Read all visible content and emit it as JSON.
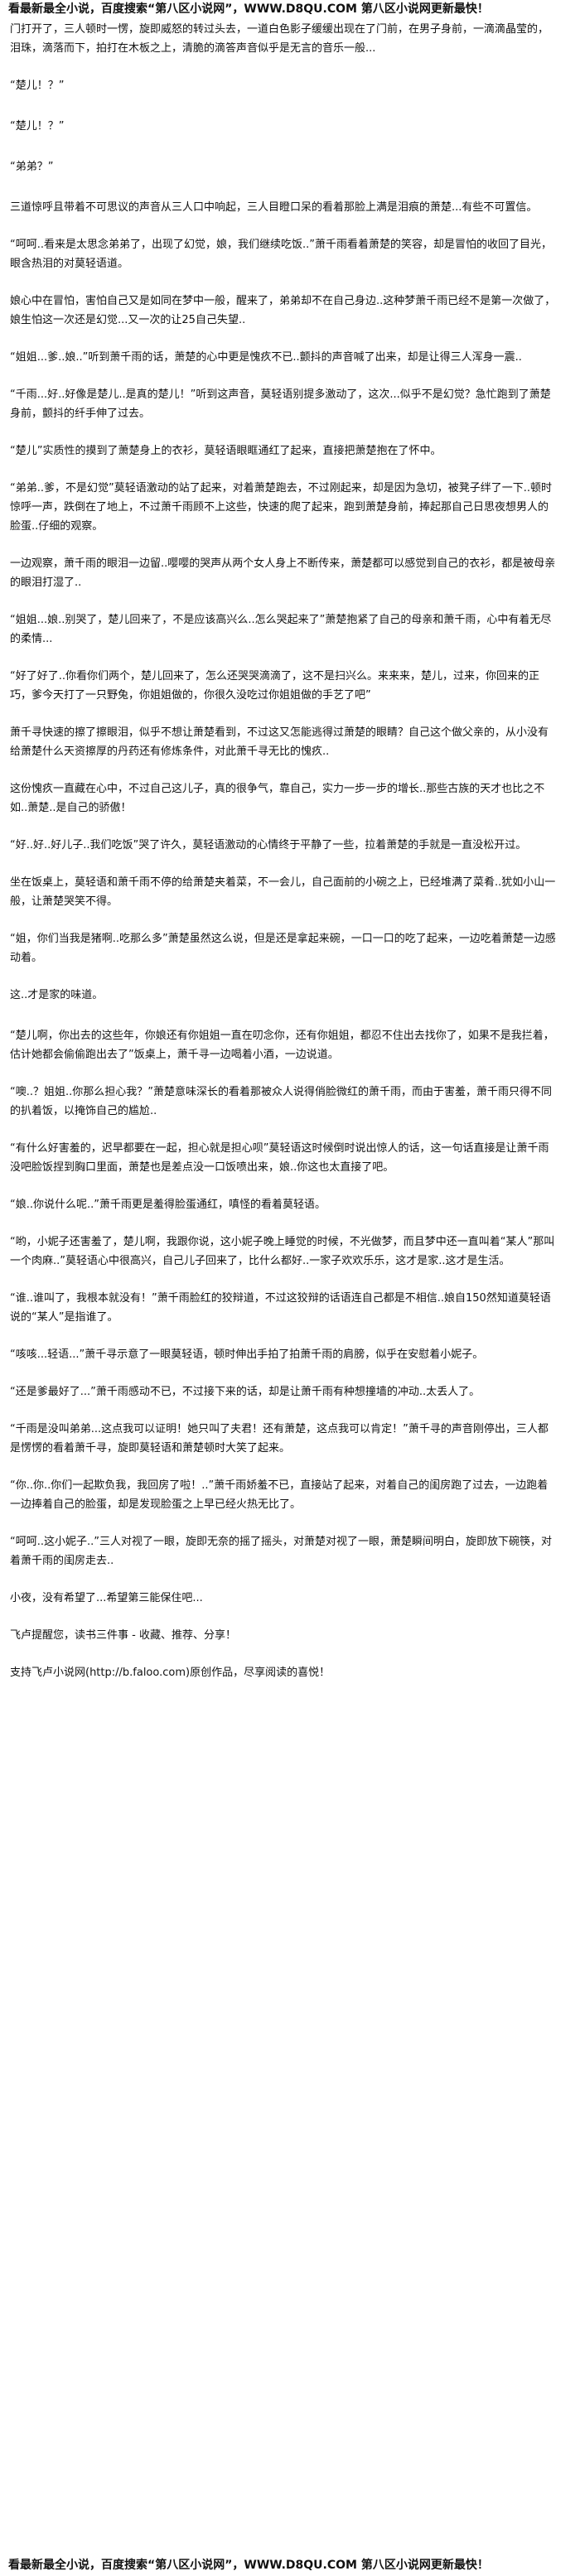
{
  "header": {
    "banner": "看最新最全小说，百度搜索“第八区小说网”，WWW.D8QU.COM 第八区小说网更新最快！"
  },
  "paragraphs": [
    "门打开了，三人顿时一愣，旋即威怒的转过头去，一道白色影子缓缓出现在了门前，在男子身前，一滴滴晶莹的，泪珠，滴落而下，拍打在木板之上，清脆的滴答声音似乎是无言的音乐一般...",
    "“楚儿！？”",
    "“楚儿！？”",
    "“弟弟？”",
    "三道惊呼且带着不可思议的声音从三人口中响起，三人目瞪口呆的看着那脸上满是泪痕的萧楚...有些不可置信。",
    "“呵呵..看来是太思念弟弟了，出现了幻觉，娘，我们继续吃饭..”萧千雨看着萧楚的笑容，却是冒怕的收回了目光，眼含热泪的对莫轻语道。",
    "娘心中在冒怕，害怕自己又是如同在梦中一般，醒来了，弟弟却不在自己身边..这种梦萧千雨已经不是第一次做了，娘生怕这一次还是幻觉...又一次的让25自己失望..",
    "“姐姐...爹..娘..”听到萧千雨的话，萧楚的心中更是愧疚不已..颤抖的声音喊了出来，却是让得三人浑身一震..",
    "“千雨...好..好像是楚儿..是真的楚儿！”听到这声音，莫轻语别提多激动了，这次...似乎不是幻觉？急忙跑到了萧楚身前，颤抖的纤手伸了过去。",
    "“楚儿”实质性的摸到了萧楚身上的衣衫，莫轻语眼眶通红了起来，直接把萧楚抱在了怀中。",
    "“弟弟..爹，不是幻觉”莫轻语激动的站了起来，对着萧楚跑去，不过刚起来，却是因为急切，被凳子绊了一下..顿时惊呼一声，跌倒在了地上，不过萧千雨顾不上这些，快速的爬了起来，跑到萧楚身前，捧起那自己日思夜想男人的脸蛋..仔细的观察。",
    "一边观察，萧千雨的眼泪一边留..嘤嘤的哭声从两个女人身上不断传来，萧楚都可以感觉到自己的衣衫，都是被母亲的眼泪打湿了..",
    "“姐姐...娘..别哭了，楚儿回来了，不是应该高兴么..怎么哭起来了”萧楚抱紧了自己的母亲和萧千雨，心中有着无尽的柔情...",
    "“好了好了..你看你们两个，楚儿回来了，怎么还哭哭滴滴了，这不是扫兴么。来来来，楚儿，过来，你回来的正巧，爹今天打了一只野兔，你姐姐做的，你很久没吃过你姐姐做的手艺了吧”",
    "萧千寻快速的擦了擦眼泪，似乎不想让萧楚看到，不过这又怎能逃得过萧楚的眼睛？自己这个做父亲的，从小没有给萧楚什么天资擦厚的丹药还有修炼条件，对此萧千寻无比的愧疚..",
    "这份愧疚一直藏在心中，不过自己这儿子，真的很争气，靠自己，实力一步一步的增长..那些古族的天才也比之不如..萧楚..是自己的骄傲！",
    "“好..好..好儿子..我们吃饭”哭了许久，莫轻语激动的心情终于平静了一些，拉着萧楚的手就是一直没松开过。",
    "坐在饭桌上，莫轻语和萧千雨不停的给萧楚夹着菜，不一会儿，自己面前的小碗之上，已经堆满了菜肴..犹如小山一般，让萧楚哭笑不得。",
    "“姐，你们当我是猪啊..吃那么多”萧楚虽然这么说，但是还是拿起来碗，一口一口的吃了起来，一边吃着萧楚一边感动着。",
    "这..才是家的味道。",
    "“楚儿啊，你出去的这些年，你娘还有你姐姐一直在叨念你，还有你姐姐，都忍不住出去找你了，如果不是我拦着，估计她都会偷偷跑出去了”饭桌上，萧千寻一边喝着小酒，一边说道。",
    "“噢..？姐姐..你那么担心我？”萧楚意味深长的看着那被众人说得俏脸微红的萧千雨，而由于害羞，萧千雨只得不同的扒着饭，以掩饰自己的尴尬..",
    "“有什么好害羞的，迟早都要在一起，担心就是担心呗”莫轻语这时候倒时说出惊人的话，这一句话直接是让萧千雨没吧脸饭捏到胸口里面，萧楚也是差点没一口饭喷出来，娘..你这也太直接了吧。",
    "“娘..你说什么呢..”萧千雨更是羞得脸蛋通红，嗔怪的看着莫轻语。",
    "“哟，小妮子还害羞了，楚儿啊，我跟你说，这小妮子晚上睡觉的时候，不光做梦，而且梦中还一直叫着“某人”那叫一个肉麻..”莫轻语心中很高兴，自己儿子回来了，比什么都好..一家子欢欢乐乐，这才是家..这才是生活。",
    "“谁..谁叫了，我根本就没有！”萧千雨脸红的狡辩道，不过这狡辩的话语连自己都是不相信..娘自150然知道莫轻语说的“某人”是指谁了。",
    "“咳咳...轻语...”萧千寻示意了一眼莫轻语，顿时伸出手拍了拍萧千雨的肩膀，似乎在安慰着小妮子。",
    "“还是爹最好了...”萧千雨感动不已，不过接下来的话，却是让萧千雨有种想撞墙的冲动..太丢人了。",
    "“千雨是没叫弟弟...这点我可以证明！她只叫了夫君！还有萧楚，这点我可以肯定！”萧千寻的声音刚停出，三人都是愣愣的看着萧千寻，旋即莫轻语和萧楚顿时大笑了起来。",
    "“你..你..你们一起欺负我，我回房了啦！..”萧千雨娇羞不已，直接站了起来，对着自己的闺房跑了过去，一边跑着一边捧着自己的脸蛋，却是发现脸蛋之上早已经火热无比了。",
    "“呵呵..这小妮子..”三人对视了一眼，旋即无奈的摇了摇头，对萧楚对视了一眼，萧楚瞬间明白，旋即放下碗筷，对着萧千雨的闺房走去..",
    "小夜，没有希望了...希望第三能保住吧...",
    "飞卢提醒您，读书三件事 - 收藏、推荐、分享！",
    "支持飞卢小说网(http://b.faloo.com)原创作品，尽享阅读的喜悦！"
  ],
  "footer": {
    "banner": "看最新最全小说，百度搜索“第八区小说网”，WWW.D8QU.COM 第八区小说网更新最快！"
  }
}
